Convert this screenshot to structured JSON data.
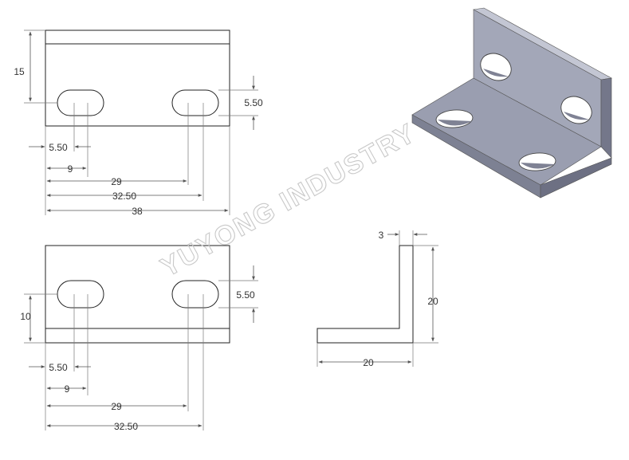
{
  "watermark": "YUYONG INDUSTRY",
  "colors": {
    "part_face": "#9a9eb0",
    "part_light": "#b6b9c8",
    "part_dark": "#6f7284",
    "line": "#222222",
    "dim_text": "#333333"
  },
  "top_view": {
    "height": "15",
    "slot_width": "5.50",
    "hole_offset": "5.50",
    "hole_center": "9",
    "slot_pitch": "29",
    "slot_end": "32.50",
    "overall_length": "38"
  },
  "front_view": {
    "height": "10",
    "slot_width": "5.50",
    "hole_offset": "5.50",
    "hole_center": "9",
    "slot_pitch": "29",
    "slot_end": "32.50"
  },
  "side_view": {
    "thickness": "3",
    "height": "20",
    "width": "20"
  }
}
